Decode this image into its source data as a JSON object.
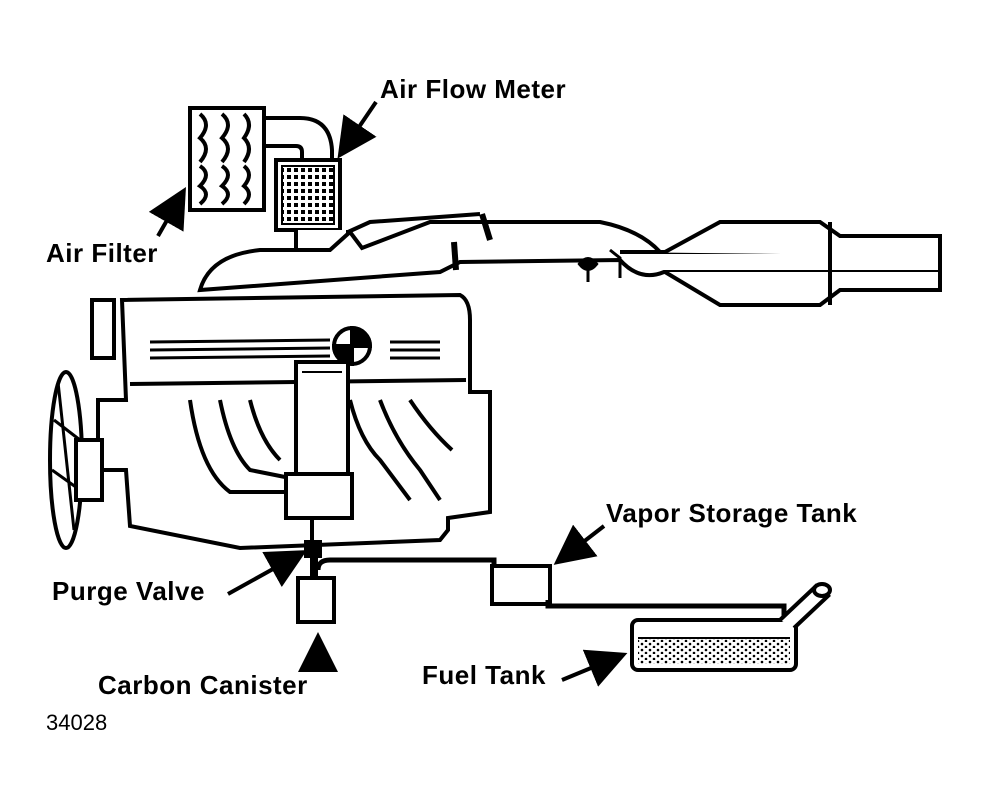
{
  "diagram": {
    "labels": {
      "air_flow_meter": "Air Flow Meter",
      "air_filter": "Air Filter",
      "vapor_storage_tank": "Vapor Storage Tank",
      "purge_valve": "Purge Valve",
      "carbon_canister": "Carbon Canister",
      "fuel_tank": "Fuel Tank"
    },
    "figure_number": "34028"
  }
}
